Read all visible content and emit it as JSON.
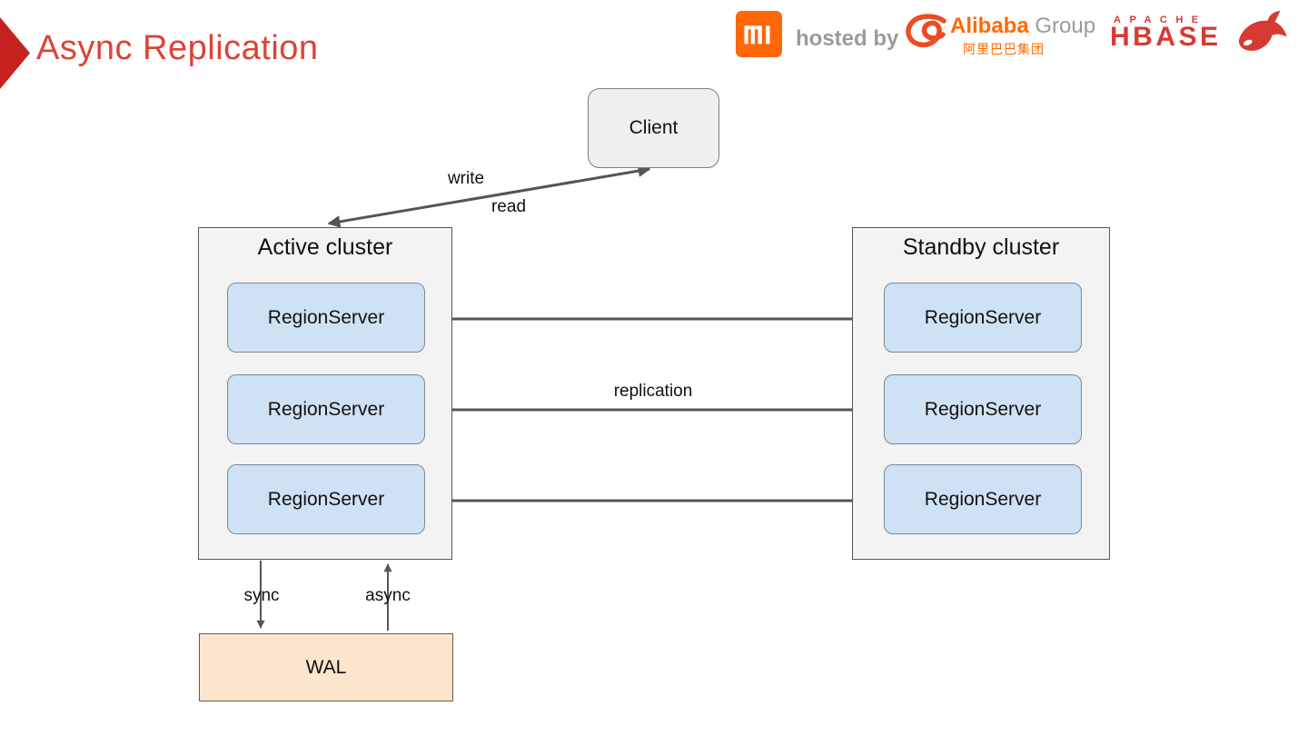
{
  "slide": {
    "title": "Async Replication"
  },
  "header": {
    "hosted_by": "hosted by",
    "alibaba": "Alibaba",
    "group": "Group",
    "alibaba_cn": "阿里巴巴集团",
    "apache": "APACHE",
    "hbase": "HBASE",
    "icons": {
      "xiaomi": "mi-square-icon",
      "alibaba": "alibaba-smile-icon",
      "hbase": "orca-icon"
    }
  },
  "diagram": {
    "client": "Client",
    "active_cluster": "Active cluster",
    "standby_cluster": "Standby cluster",
    "active_servers": [
      "RegionServer",
      "RegionServer",
      "RegionServer"
    ],
    "standby_servers": [
      "RegionServer",
      "RegionServer",
      "RegionServer"
    ],
    "wal": "WAL",
    "labels": {
      "write": "write",
      "read": "read",
      "replication": "replication",
      "sync": "sync",
      "async": "async"
    }
  },
  "colors": {
    "title_red": "#db4437",
    "chevron_red": "#c5221f",
    "xiaomi_orange": "#ff6709",
    "alibaba_orange": "#ff6a00",
    "hbase_red": "#d63a32",
    "gray_text": "#9b9b9b",
    "cluster_fill": "#f3f3f3",
    "region_server_fill": "#cfe2f3",
    "client_fill": "#efefef",
    "wal_fill": "#fce5cd",
    "arrow_gray": "#555555"
  }
}
